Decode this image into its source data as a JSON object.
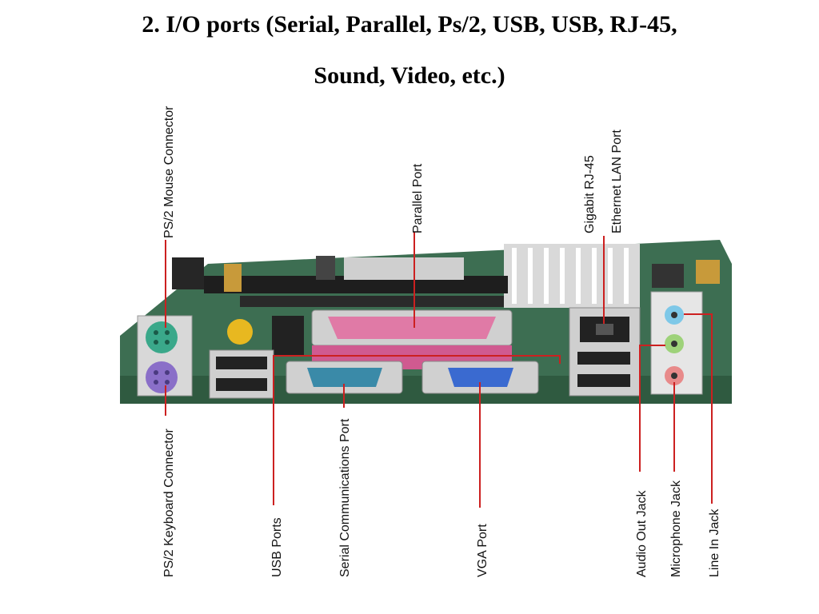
{
  "slide": {
    "title_line1": "2. I/O ports (Serial, Parallel, Ps/2, USB, USB, RJ-45,",
    "title_line2": "Sound, Video, etc.)"
  },
  "labels": {
    "ps2_mouse": "PS/2 Mouse Connector",
    "parallel": "Parallel Port",
    "lan_line1": "Gigabit RJ-45",
    "lan_line2": "Ethernet LAN Port",
    "ps2_keyboard": "PS/2 Keyboard Connector",
    "usb": "USB Ports",
    "serial": "Serial Communications Port",
    "vga": "VGA Port",
    "audio_out": "Audio Out Jack",
    "microphone": "Microphone Jack",
    "line_in": "Line In Jack"
  },
  "colors": {
    "ps2_mouse": "#3aa88a",
    "ps2_keyboard": "#8a6fc8",
    "parallel": "#e07aa6",
    "serial": "#3a8aa8",
    "vga": "#3a6ad0",
    "audio_line_in": "#7ec8e8",
    "audio_out": "#9ed27a",
    "microphone": "#e88a8a",
    "callout": "#cc2020",
    "board": "#2f6a4a"
  }
}
